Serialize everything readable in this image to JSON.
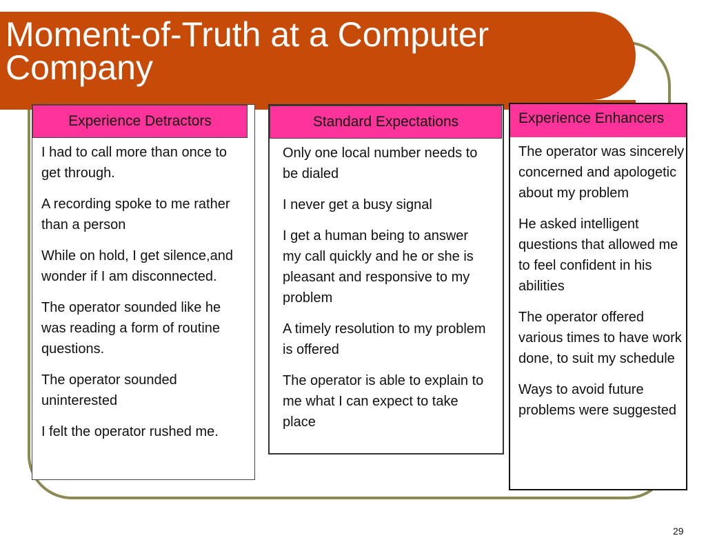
{
  "slide": {
    "title_line1": "Moment-of-Truth at a Computer",
    "title_line2": "Company",
    "page_number": "29",
    "colors": {
      "title_bar": "#c64a08",
      "header_fill": "#ff3399",
      "frame": "#8b8a52"
    }
  },
  "columns": [
    {
      "header": "Experience Detractors",
      "items": [
        "I had to call more than once to get through.",
        "A recording spoke to me rather than a person",
        "While on hold, I get silence,and wonder if I am disconnected.",
        "The operator sounded like he was reading a form of routine questions.",
        "The operator sounded uninterested",
        "I felt the operator rushed me."
      ]
    },
    {
      "header": "Standard Expectations",
      "items": [
        "Only one local number needs to be dialed",
        "I never get a busy signal",
        "I get a human being to answer my call quickly and he or she is pleasant and responsive to my problem",
        "A timely resolution to my problem is offered",
        "The operator is able to explain to me what I can expect to take place"
      ]
    },
    {
      "header": "Experience Enhancers",
      "items": [
        " The operator was sincerely concerned and apologetic about my problem",
        "He asked intelligent questions that allowed me to feel confident in his abilities",
        "The operator offered various times to have work done, to suit my schedule",
        "Ways to avoid future problems were suggested"
      ]
    }
  ]
}
